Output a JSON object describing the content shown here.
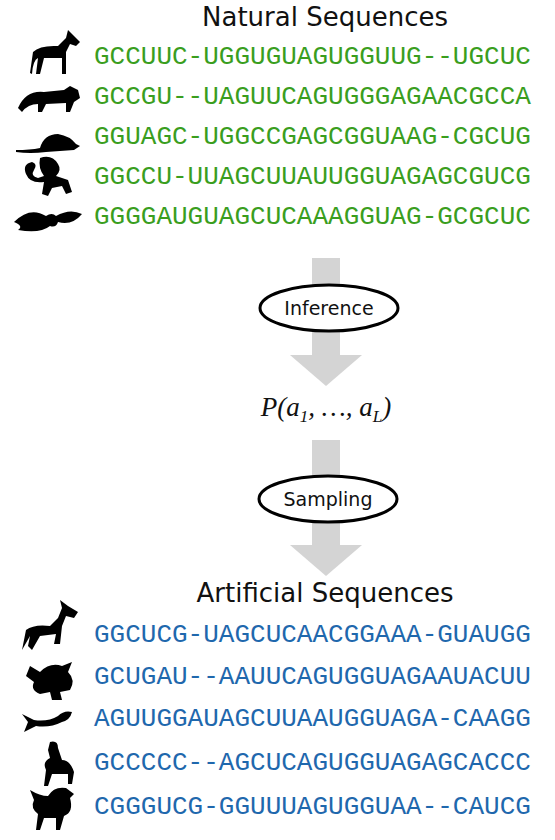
{
  "diagram": {
    "nodes": [
      {
        "text": [
          "Inference"
        ]
      },
      {
        "text": [
          "Sampling"
        ]
      }
    ],
    "labels": [
      "Natural Sequences",
      "GCCUUC-UGGUGUAGUGGUUG--UGCUC",
      "GCCGU--UAGUUCAGUGGGAGAACGCCA",
      "GGUAGC-UGGCCGAGCGGUAAG-CGCUG",
      "GGCCU-UUAGCUUAUUGGUAGAGCGUCG",
      "GGGGAUGUAGCUCAAAGGUAG-GCGCUC",
      "P(a",
      "1",
      ", …, a",
      "L",
      ")",
      "Artificial Sequences",
      "GGCUCG-UAGCUCAACGGAAA-GUAUGG",
      "GCUGAU--AAUUCAGUGGUAGAAUACUU",
      "AGUUGGAUAGCUUAAUGGUAGA-CAAGG",
      "GCCCCC--AGCUCAGUGGUAGAGCACCC",
      "CGGGUCG-GGUUUAGUGGUAA--CAUCG"
    ]
  }
}
